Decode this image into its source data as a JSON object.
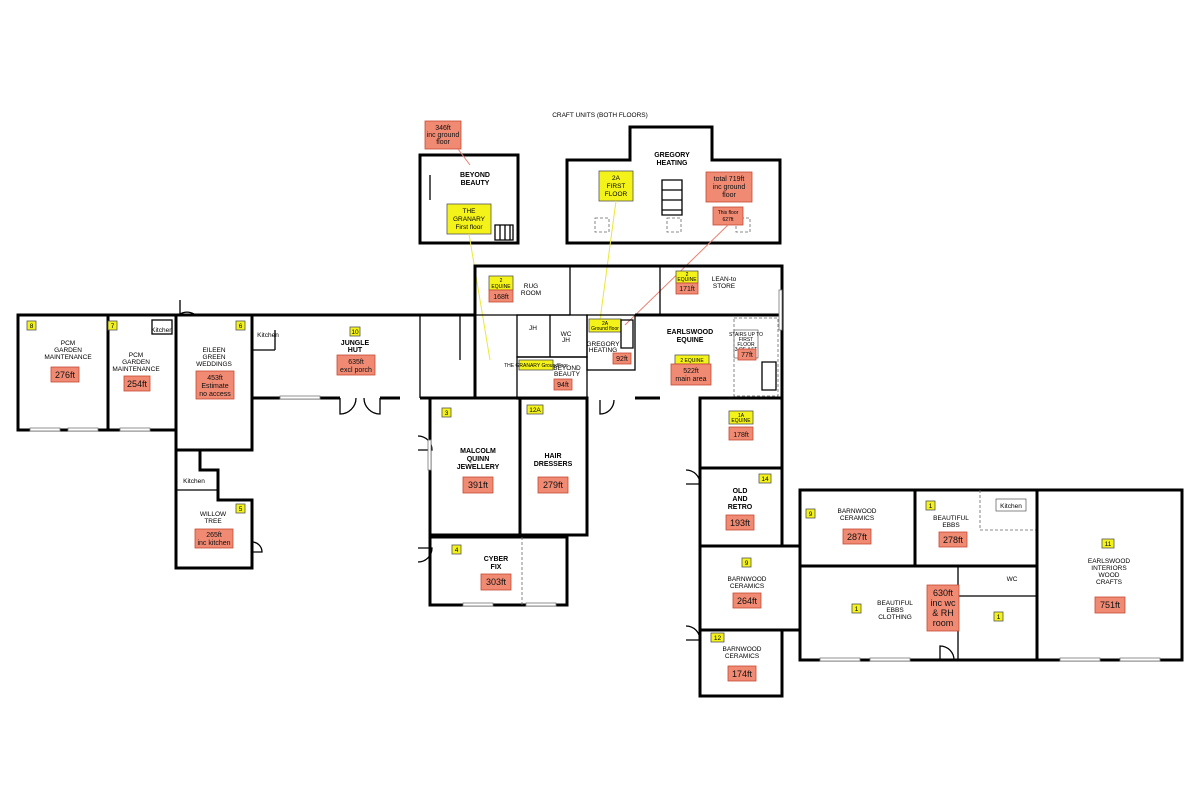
{
  "title": "CRAFT UNITS (BOTH FLOORS)",
  "colors": {
    "area_fill": "#f08a73",
    "tag_fill": "#f3f31a",
    "wall": "#000000"
  },
  "first_floor": {
    "granary": {
      "name1": "BEYOND",
      "name2": "BEAUTY",
      "tag1": "THE",
      "tag2": "GRANARY",
      "tag3": "First floor",
      "note1": "346ft",
      "note2": "inc ground",
      "note3": "floor"
    },
    "gregory": {
      "name1": "GREGORY",
      "name2": "HEATING",
      "tag1": "2A",
      "tag2": "FIRST",
      "tag3": "FLOOR",
      "area1": "total 719ft",
      "area2": "inc ground",
      "area3": "floor",
      "sub1": "This floor",
      "sub2": "627ft"
    }
  },
  "units": {
    "pcm8": {
      "num": "8",
      "name1": "PCM",
      "name2": "GARDEN",
      "name3": "MAINTENANCE",
      "area": "276ft"
    },
    "pcm7": {
      "num": "7",
      "name1": "PCM",
      "name2": "GARDEN",
      "name3": "MAINTENANCE",
      "area": "254ft"
    },
    "eileen": {
      "num": "6",
      "name1": "EILEEN",
      "name2": "GREEN",
      "name3": "WEDDINGS",
      "area1": "453ft",
      "area2": "Estimate",
      "area3": "no access"
    },
    "willow": {
      "num": "5",
      "name1": "WILLOW",
      "name2": "TREE",
      "area1": "265ft",
      "area2": "inc kitchen"
    },
    "jungle": {
      "num": "10",
      "name1": "JUNGLE",
      "name2": "HUT",
      "area1": "635ft",
      "area2": "excl porch"
    },
    "rug": {
      "tag1": "2",
      "tag2": "EQUINE",
      "name1": "RUG",
      "name2": "ROOM",
      "area": "168ft"
    },
    "equine_upper": {
      "tag1": "2",
      "tag2": "EQUINE",
      "area": "171ft"
    },
    "leanto": {
      "name1": "LEAN-to",
      "name2": "STORE"
    },
    "earlswood_eq": {
      "name1": "EARLSWOOD",
      "name2": "EQUINE",
      "tag1": "2 EQUINE",
      "area1": "522ft",
      "area2": "main area",
      "stair1": "STAIRS UP TO",
      "stair2": "FIRST",
      "stair3": "FLOOR",
      "stair4": "3 OF 4 5T",
      "area3": "77ft"
    },
    "gregory_g": {
      "tag1": "2A",
      "tag2": "Ground floor",
      "name1": "GREGORY",
      "name2": "HEATING",
      "area": "92ft"
    },
    "beyond_g": {
      "tag": "THE GRANARY Groundfloor",
      "name1": "BEYOND",
      "name2": "BEAUTY",
      "area": "94ft"
    },
    "malcolm": {
      "num": "3",
      "name1": "MALCOLM",
      "name2": "QUINN",
      "name3": "JEWELLERY",
      "area": "391ft"
    },
    "hair": {
      "num": "12A",
      "name1": "HAIR",
      "name2": "DRESSERS",
      "area": "279ft"
    },
    "cyber": {
      "num": "4",
      "name1": "CYBER",
      "name2": "FIX",
      "area": "303ft"
    },
    "equine_1a": {
      "tag1": "1A",
      "tag2": "EQUINE",
      "area": "178ft"
    },
    "old_retro": {
      "num": "14",
      "name1": "OLD",
      "name2": "AND",
      "name3": "RETRO",
      "area": "193ft"
    },
    "barnwood9": {
      "num": "9",
      "name1": "BARNWOOD",
      "name2": "CERAMICS",
      "area": "264ft"
    },
    "barnwood12": {
      "num": "12",
      "name1": "BARNWOOD",
      "name2": "CERAMICS",
      "area": "174ft"
    },
    "barnwood_e": {
      "num": "9",
      "name1": "BARNWOOD",
      "name2": "CERAMICS",
      "area": "287ft"
    },
    "beautiful_ebbs": {
      "num": "1",
      "name1": "BEAUTIFUL",
      "name2": "EBBS",
      "area": "278ft"
    },
    "ebbs_clothing": {
      "num": "1",
      "name1": "BEAUTIFUL",
      "name2": "EBBS",
      "name3": "CLOTHING",
      "area1": "630ft",
      "area2": "inc wc",
      "area3": "& RH",
      "area4": "room",
      "num2": "1"
    },
    "earlswood_int": {
      "num": "11",
      "name1": "EARLSWOOD",
      "name2": "INTERIORS",
      "name3": "WOOD",
      "name4": "CRAFTS",
      "area": "751ft"
    }
  },
  "labels": {
    "kitchen": "Kitchen",
    "jh": "JH",
    "wc": "WC",
    "wh": "WC",
    "wc_h": "JH"
  }
}
